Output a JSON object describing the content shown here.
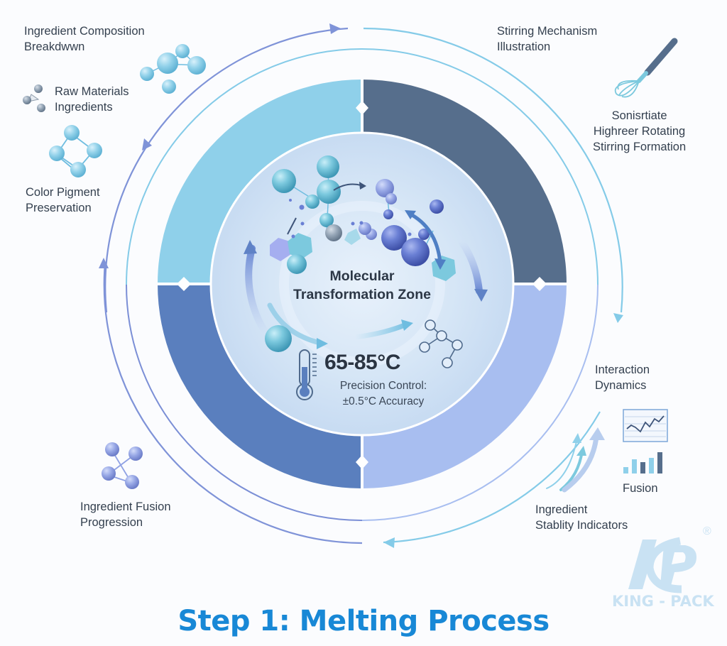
{
  "title": "Step 1: Melting Process",
  "center": {
    "zone_title": "Molecular\nTransformation Zone",
    "temperature_range": "65-85°C",
    "precision_label": "Precision Control:\n±0.5°C Accuracy"
  },
  "labels": {
    "ingredient_composition": "Ingredient Composition\nBreakdwwn",
    "raw_materials": "Raw Materials\nIngredients",
    "color_pigment": "Color Pigment\nPreservation",
    "stirring_mechanism": "Stirring Mechanism\nIllustration",
    "sonisrtiate": "Sonisrtiate\nHighreer Rotating\nStirring Formation",
    "interaction_dynamics": "Interaction\nDynamics",
    "fusion": "Fusion",
    "ingredient_stability": "Ingredient\nStablity Indicators",
    "ingredient_fusion": "Ingredient Fusion\nProgression"
  },
  "logo": {
    "text": "KING - PACK",
    "registered": "®"
  },
  "colors": {
    "title": "#1888d6",
    "quadrant_top_left": "#8fd0ea",
    "quadrant_top_right": "#566e8c",
    "quadrant_bottom_left": "#5a7fbe",
    "quadrant_bottom_right": "#a8bef0",
    "inner_zone": "#d3e5f6",
    "ring_blue": "#7b8fd6",
    "ring_cyan": "#84cbe8"
  }
}
